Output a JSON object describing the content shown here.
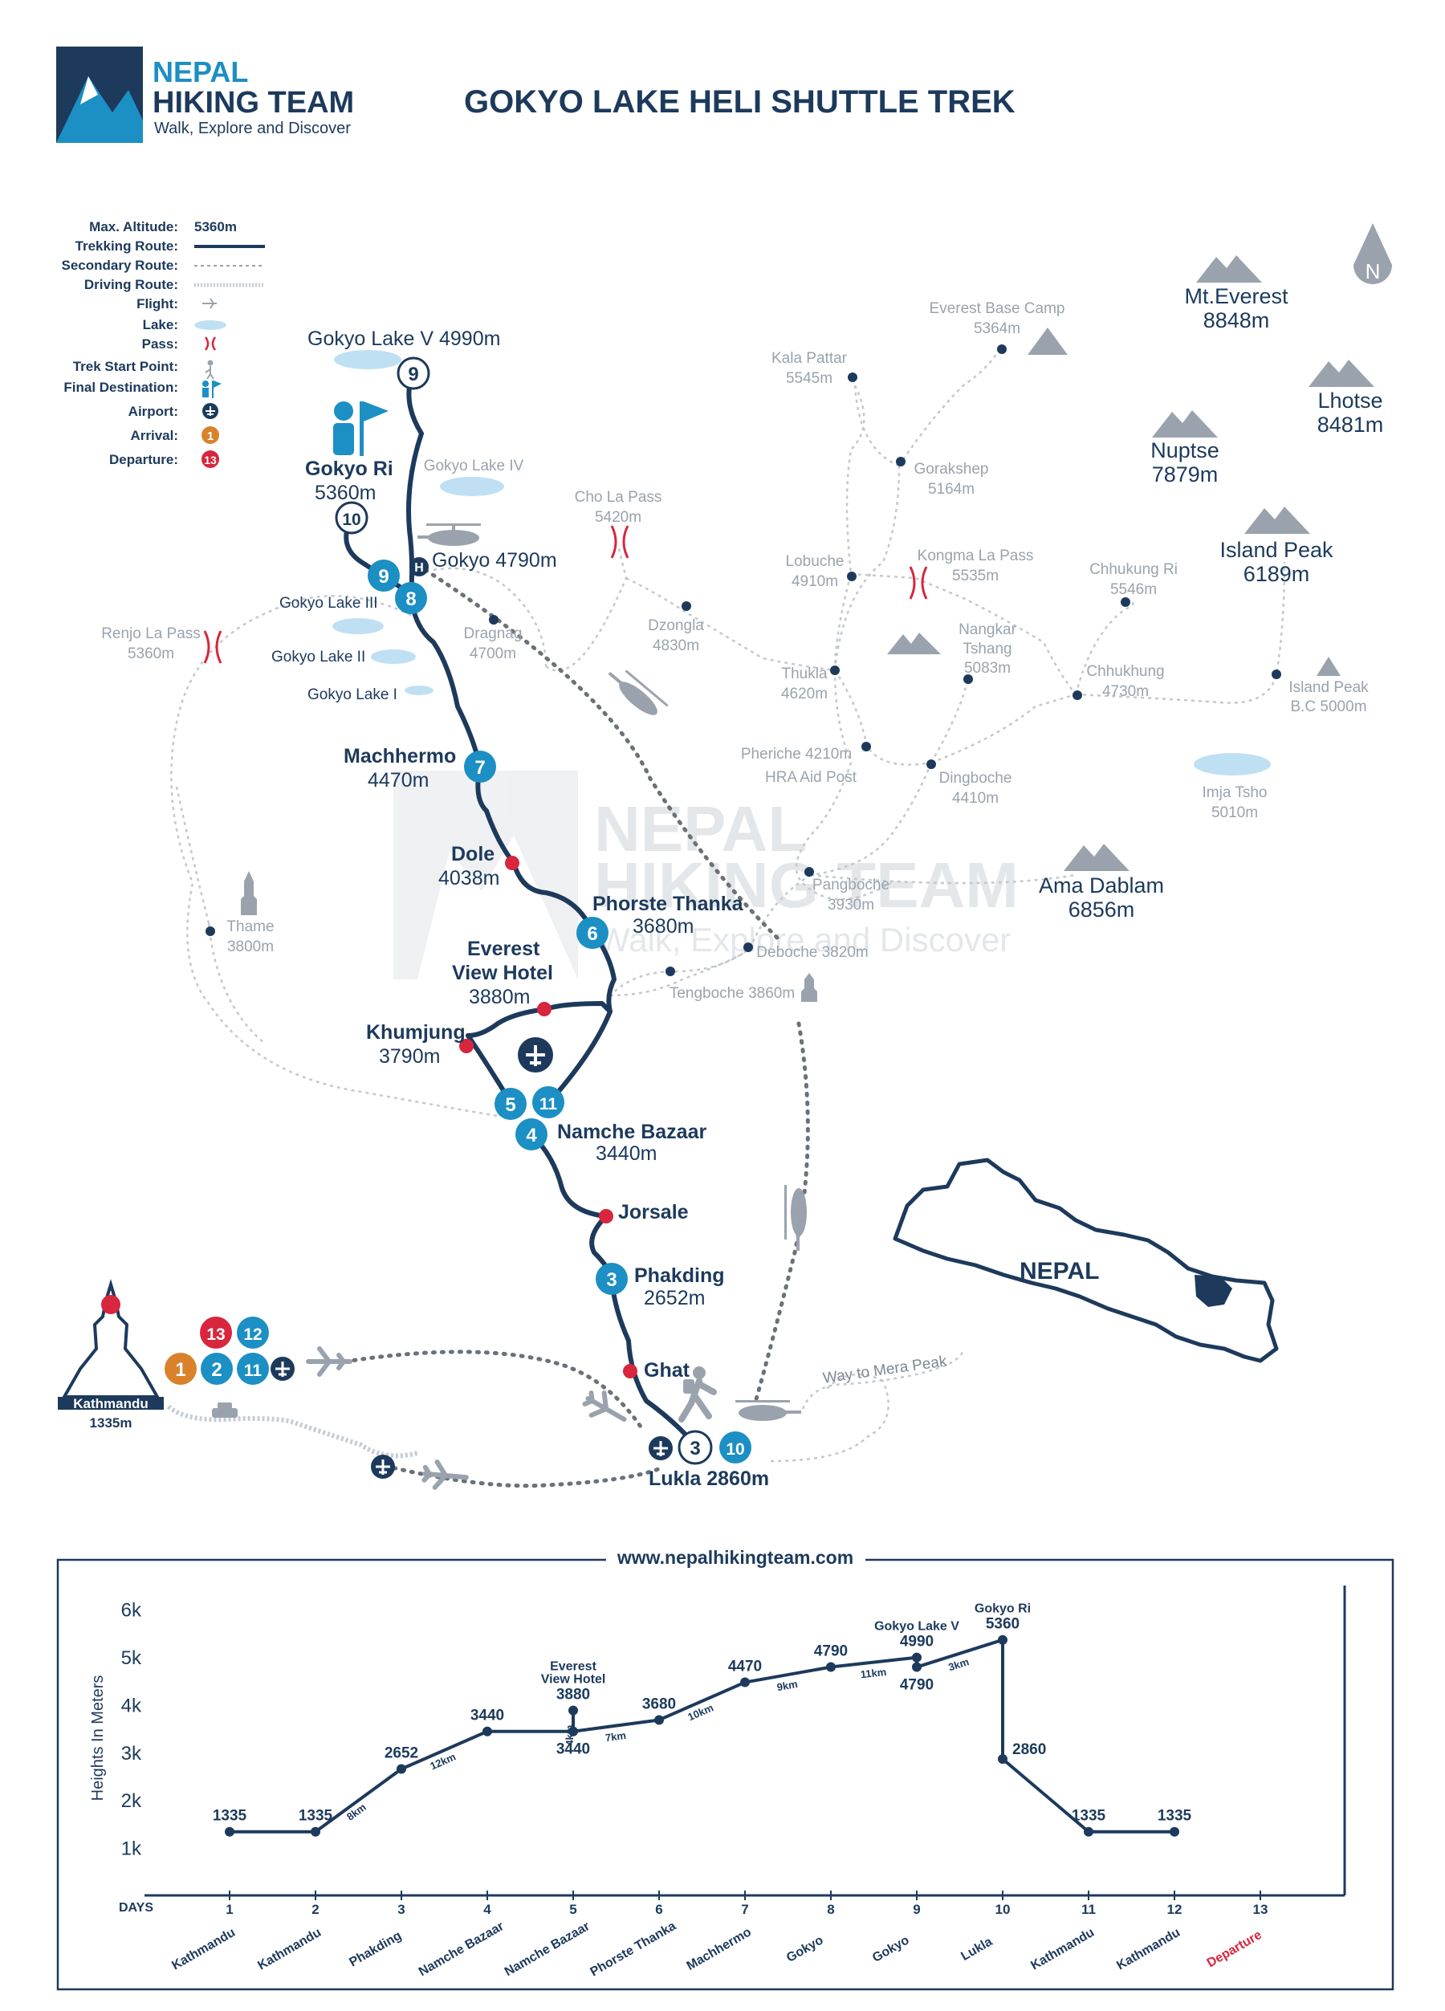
{
  "brand": {
    "line1": "NEPAL",
    "line2": "HIKING TEAM",
    "tagline": "Walk, Explore and Discover"
  },
  "title": "GOKYO LAKE HELI SHUTTLE TREK",
  "legend": {
    "max_altitude_label": "Max. Altitude:",
    "max_altitude_value": "5360m",
    "trekking_route": "Trekking Route:",
    "secondary_route": "Secondary Route:",
    "driving_route": "Driving Route:",
    "flight": "Flight:",
    "lake": "Lake:",
    "pass": "Pass:",
    "trek_start_point": "Trek Start Point:",
    "final_destination": "Final Destination:",
    "airport": "Airport:",
    "arrival": "Arrival:",
    "arrival_num": "1",
    "departure": "Departure:",
    "departure_num": "13"
  },
  "compass": "N",
  "colors": {
    "navy": "#1d3a5c",
    "blue": "#1c8fc4",
    "red": "#d7263d",
    "orange": "#d9822b",
    "lake": "#bfe0f2",
    "grey": "#9aa3ad"
  },
  "route_stops": [
    {
      "name": "Gokyo Lake V 4990m"
    },
    {
      "name": "Gokyo Ri"
    },
    {
      "alt": "5360m"
    },
    {
      "name": "Gokyo 4790m"
    },
    {
      "name": "Gokyo Lake III"
    },
    {
      "name": "Gokyo Lake II"
    },
    {
      "name": "Gokyo Lake I"
    },
    {
      "name": "Machhermo"
    },
    {
      "alt": "4470m"
    },
    {
      "name": "Dole"
    },
    {
      "alt": "4038m"
    },
    {
      "name": "Phorste Thanka"
    },
    {
      "alt": "3680m"
    },
    {
      "name": "Everest"
    },
    {
      "name": "View Hotel"
    },
    {
      "alt": "3880m"
    },
    {
      "name": "Khumjung"
    },
    {
      "alt": "3790m"
    },
    {
      "name": "Namche Bazaar"
    },
    {
      "alt": "3440m"
    },
    {
      "name": "Jorsale"
    },
    {
      "name": "Phakding"
    },
    {
      "alt": "2652m"
    },
    {
      "name": "Ghat"
    },
    {
      "name": "Lukla 2860m"
    },
    {
      "name": "Kathmandu"
    },
    {
      "alt": "1335m"
    }
  ],
  "day_badges": [
    "9",
    "10",
    "9",
    "8",
    "7",
    "6",
    "5",
    "11",
    "4",
    "3",
    "3",
    "10",
    "13",
    "12",
    "1",
    "2",
    "11"
  ],
  "places": [
    {
      "name": "Gokyo Lake IV"
    },
    {
      "name": "Cho La Pass"
    },
    {
      "alt": "5420m"
    },
    {
      "name": "Dragnag"
    },
    {
      "alt": "4700m"
    },
    {
      "name": "Dzongla"
    },
    {
      "alt": "4830m"
    },
    {
      "name": "Renjo La Pass"
    },
    {
      "alt": "5360m"
    },
    {
      "name": "Everest Base Camp"
    },
    {
      "alt": "5364m"
    },
    {
      "name": "Kala Pattar"
    },
    {
      "alt": "5545m"
    },
    {
      "name": "Gorakshep"
    },
    {
      "alt": "5164m"
    },
    {
      "name": "Lobuche"
    },
    {
      "alt": "4910m"
    },
    {
      "name": "Kongma La Pass"
    },
    {
      "alt": "5535m"
    },
    {
      "name": "Chhukung Ri"
    },
    {
      "alt": "5546m"
    },
    {
      "name": "Nangkar"
    },
    {
      "name": "Tshang"
    },
    {
      "alt": "5083m"
    },
    {
      "name": "Thukla"
    },
    {
      "alt": "4620m"
    },
    {
      "name": "Chhukhung"
    },
    {
      "alt": "4730m"
    },
    {
      "name": "Island Peak"
    },
    {
      "name": "B.C 5000m"
    },
    {
      "name": "Pheriche 4210m"
    },
    {
      "name": "HRA Aid Post"
    },
    {
      "name": "Dingboche"
    },
    {
      "alt": "4410m"
    },
    {
      "name": "Imja Tsho"
    },
    {
      "alt": "5010m"
    },
    {
      "name": "Pangboche"
    },
    {
      "alt": "3930m"
    },
    {
      "name": "Deboche 3820m"
    },
    {
      "name": "Tengboche 3860m"
    },
    {
      "name": "Thame"
    },
    {
      "alt": "3800m"
    },
    {
      "name": "Way to Mera Peak"
    }
  ],
  "peaks": [
    {
      "name": "Mt.Everest",
      "alt": "8848m"
    },
    {
      "name": "Lhotse",
      "alt": "8481m"
    },
    {
      "name": "Nuptse",
      "alt": "7879m"
    },
    {
      "name": "Island Peak",
      "alt": "6189m"
    },
    {
      "name": "Ama Dablam",
      "alt": "6856m"
    }
  ],
  "watermark": {
    "line1": "NEPAL",
    "line2": "HIKING TEAM",
    "tagline": "Walk, Explore and Discover"
  },
  "nepal_label": "NEPAL",
  "helipad": "H",
  "chart_header": "www.nepalhikingteam.com",
  "chart_data": {
    "type": "line",
    "ylabel": "Heights In Meters",
    "xlabel": "DAYS",
    "ylim": [
      0,
      6500
    ],
    "yticks": [
      "1k",
      "2k",
      "3k",
      "4k",
      "5k",
      "6k"
    ],
    "ytick_values": [
      1000,
      2000,
      3000,
      4000,
      5000,
      6000
    ],
    "days": [
      "1",
      "2",
      "3",
      "4",
      "5",
      "6",
      "7",
      "8",
      "9",
      "10",
      "11",
      "12",
      "13"
    ],
    "day_places": [
      "Kathmandu",
      "Kathmandu",
      "Phakding",
      "Namche Bazaar",
      "Namche Bazaar",
      "Phorste Thanka",
      "Machhermo",
      "Gokyo",
      "Gokyo",
      "Lukla",
      "Kathmandu",
      "Kathmandu",
      "Departure"
    ],
    "points": [
      {
        "day": 1,
        "alt": 1335,
        "label": "1335"
      },
      {
        "day": 2,
        "alt": 1335,
        "label": "1335"
      },
      {
        "day": 3,
        "alt": 2652,
        "label": "2652"
      },
      {
        "day": 4,
        "alt": 3440,
        "label": "3440"
      },
      {
        "day": 5,
        "alt": 3440,
        "label": "3440"
      },
      {
        "day": 5,
        "alt": 3880,
        "label": "3880"
      },
      {
        "day": 5,
        "alt": 3440,
        "label": ""
      },
      {
        "day": 6,
        "alt": 3680,
        "label": "3680"
      },
      {
        "day": 7,
        "alt": 4470,
        "label": "4470"
      },
      {
        "day": 8,
        "alt": 4790,
        "label": "4790"
      },
      {
        "day": 9,
        "alt": 4990,
        "label": "4990"
      },
      {
        "day": 9,
        "alt": 4790,
        "label": "4790"
      },
      {
        "day": 10,
        "alt": 5360,
        "label": "5360"
      },
      {
        "day": 10,
        "alt": 2860,
        "label": "2860"
      },
      {
        "day": 11,
        "alt": 1335,
        "label": "1335"
      },
      {
        "day": 12,
        "alt": 1335,
        "label": "1335"
      }
    ],
    "point_names": [
      {
        "day": 5,
        "lines": [
          "Everest",
          "View Hotel"
        ]
      },
      {
        "day": 9,
        "lines": [
          "Gokyo Lake V"
        ]
      },
      {
        "day": 10,
        "lines": [
          "Gokyo Ri"
        ]
      }
    ],
    "segment_distances": [
      "8km",
      "12km",
      "4km",
      "7km",
      "10km",
      "9km",
      "11km",
      "3km"
    ]
  }
}
